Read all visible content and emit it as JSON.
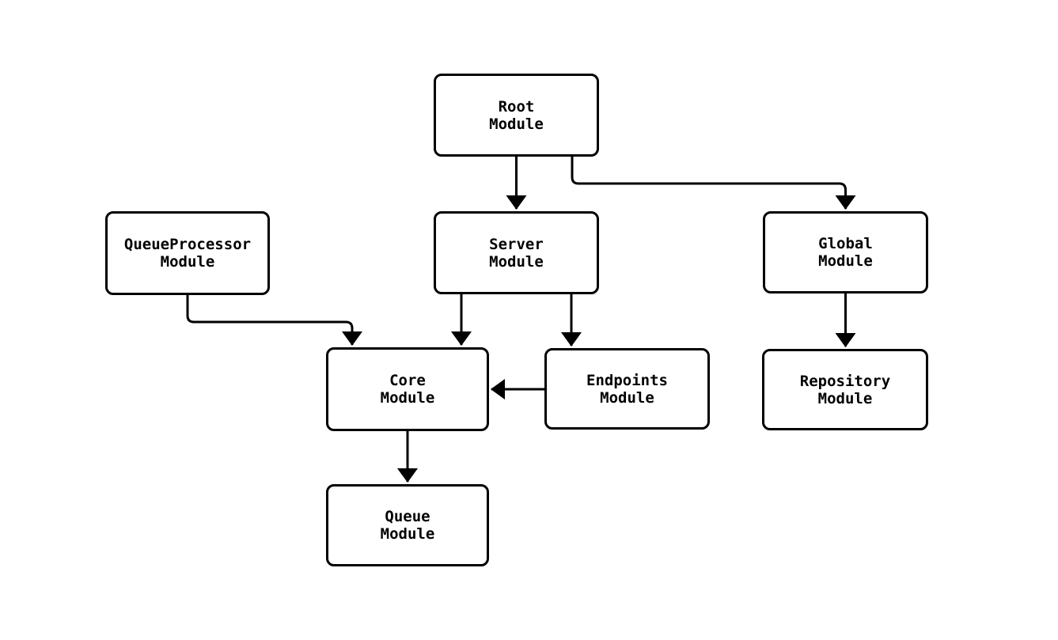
{
  "diagram": {
    "type": "flowchart",
    "colors": {
      "stroke": "#000000",
      "node_fill": "#ffffff",
      "background": "#ffffff"
    },
    "nodes": [
      {
        "id": "root",
        "label": "Root\nModule"
      },
      {
        "id": "queueprocessor",
        "label": "QueueProcessor\nModule"
      },
      {
        "id": "server",
        "label": "Server\nModule"
      },
      {
        "id": "global",
        "label": "Global\nModule"
      },
      {
        "id": "core",
        "label": "Core\nModule"
      },
      {
        "id": "endpoints",
        "label": "Endpoints\nModule"
      },
      {
        "id": "repository",
        "label": "Repository\nModule"
      },
      {
        "id": "queue",
        "label": "Queue\nModule"
      }
    ],
    "edges": [
      {
        "from": "Root Module",
        "to": "Server Module"
      },
      {
        "from": "Root Module",
        "to": "Global Module"
      },
      {
        "from": "QueueProcessor Module",
        "to": "Core Module"
      },
      {
        "from": "Server Module",
        "to": "Core Module"
      },
      {
        "from": "Server Module",
        "to": "Endpoints Module"
      },
      {
        "from": "Endpoints Module",
        "to": "Core Module"
      },
      {
        "from": "Global Module",
        "to": "Repository Module"
      },
      {
        "from": "Core Module",
        "to": "Queue Module"
      }
    ]
  }
}
